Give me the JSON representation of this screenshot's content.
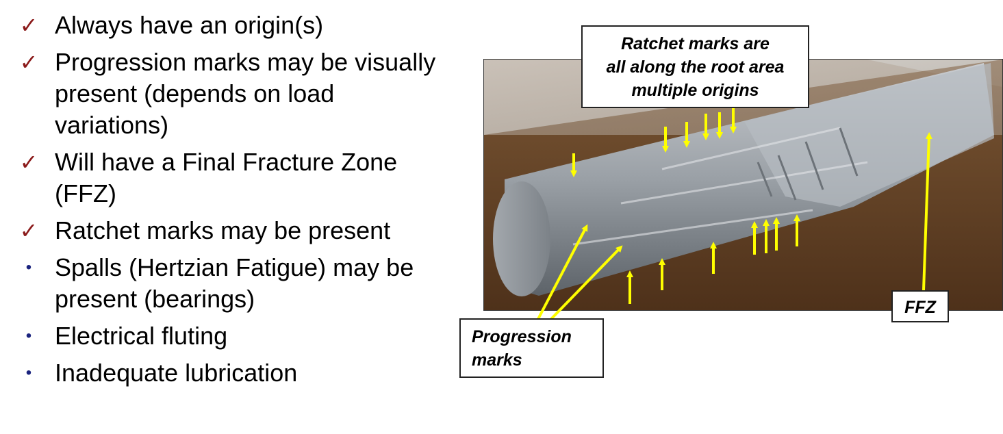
{
  "bullets": [
    {
      "marker": "check",
      "text": "Always have an origin(s)"
    },
    {
      "marker": "check",
      "text": "Progression marks may be visually present (depends on load variations)"
    },
    {
      "marker": "check",
      "text": "Will have a Final Fracture Zone (FFZ)"
    },
    {
      "marker": "check",
      "text": "Ratchet marks may be present"
    },
    {
      "marker": "dot",
      "text": "Spalls (Hertzian Fatigue) may be present (bearings)"
    },
    {
      "marker": "dot",
      "text": "Electrical fluting"
    },
    {
      "marker": "dot",
      "text": "Inadequate lubrication"
    }
  ],
  "callouts": {
    "ratchet": {
      "line1": "Ratchet marks are",
      "line2": "all along the root area",
      "line3": "multiple origins"
    },
    "progression": {
      "line1": "Progression",
      "line2": "marks"
    },
    "ffz": {
      "label": "FFZ"
    }
  },
  "colors": {
    "check": "#8b1a1a",
    "dot": "#1a237e",
    "arrow": "#ffff00"
  },
  "icons": {
    "check": "check-icon",
    "dot": "bullet-dot-icon",
    "arrow": "arrow-icon"
  }
}
